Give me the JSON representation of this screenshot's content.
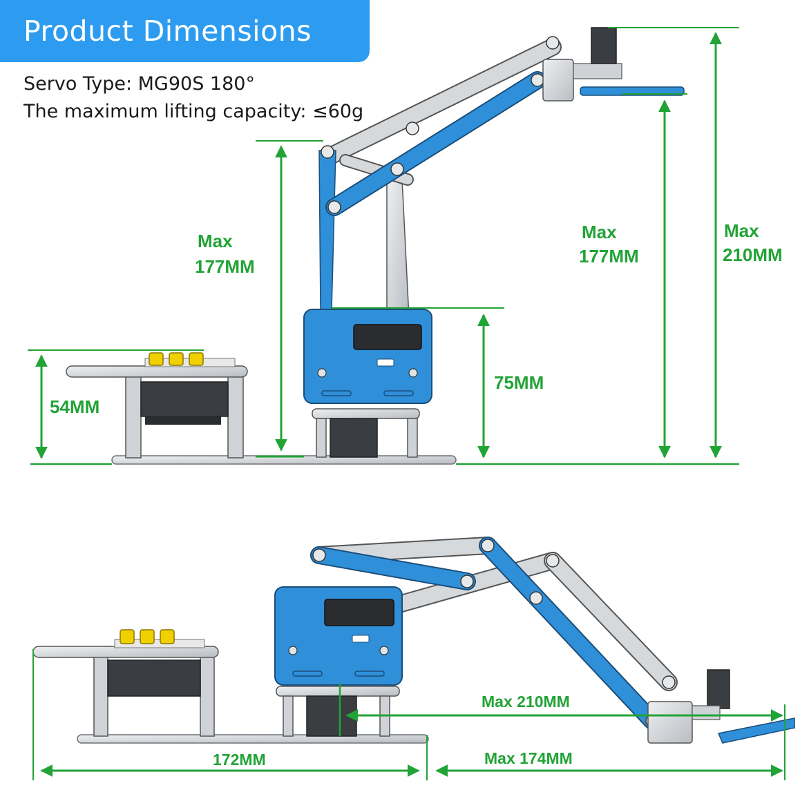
{
  "header": {
    "title": "Product Dimensions",
    "accent_color": "#2d9cf0"
  },
  "specs": {
    "servo_type": "Servo Type: MG90S 180°",
    "lifting_capacity": "The maximum lifting capacity: ≤60g"
  },
  "dimensions": {
    "top_view": {
      "base_height": {
        "value": 54,
        "label": "54MM"
      },
      "arm_height_left": {
        "line1": "Max",
        "line2": "177MM"
      },
      "base_unit_height": {
        "value": 75,
        "label": "75MM"
      },
      "arm_height_right": {
        "line1": "Max",
        "line2": "177MM"
      },
      "total_height": {
        "line1": "Max",
        "line2": "210MM"
      }
    },
    "bottom_view": {
      "base_length": {
        "value": 172,
        "label": "172MM"
      },
      "reach_from_center": {
        "label": "Max 210MM"
      },
      "reach_from_base_edge": {
        "label": "Max 174MM"
      }
    }
  },
  "colors": {
    "dimension_green": "#22a336",
    "arm_blue": "#2f8fd8",
    "metal_gray": "#c9ccd0",
    "board_yellow": "#f0d000"
  }
}
